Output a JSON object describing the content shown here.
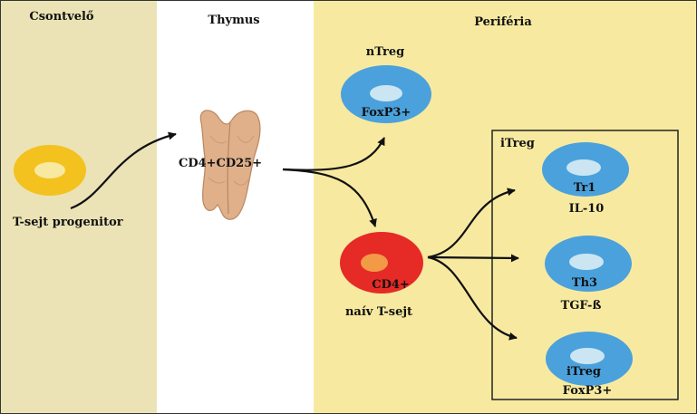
{
  "sections": {
    "bone_marrow": "Csontvelő",
    "thymus": "Thymus",
    "periphery": "Periféria"
  },
  "labels": {
    "progenitor": "T-sejt progenitor",
    "thymus_cells": "CD4+CD25+",
    "ntreg_title": "nTreg",
    "ntreg_marker": "FoxP3+",
    "naive_marker": "CD4+",
    "naive_name": "naív T-sejt",
    "itreg_box_title": "iTreg",
    "tr1_name": "Tr1",
    "tr1_cytokine": "IL-10",
    "th3_name": "Th3",
    "th3_cytokine": "TGF-ß",
    "itreg_name": "iTreg",
    "itreg_marker": "FoxP3+"
  },
  "colors": {
    "marrow_bg": "#ebe3b5",
    "periphery_bg": "#f7eaa0",
    "progenitor_cell": "#f3c21f",
    "progenitor_nucleus": "#f8e9a0",
    "treg_cell": "#4ba1dc",
    "treg_nucleus": "#cbe6f2",
    "naive_cell": "#e62a25",
    "naive_nucleus": "#f39a47",
    "thymus_organ": "#dfb08a",
    "arrow": "#111111",
    "box_border": "#222222"
  },
  "icons": {
    "organ": "thymus-organ-icon",
    "arrow": "curved-arrow-icon"
  }
}
